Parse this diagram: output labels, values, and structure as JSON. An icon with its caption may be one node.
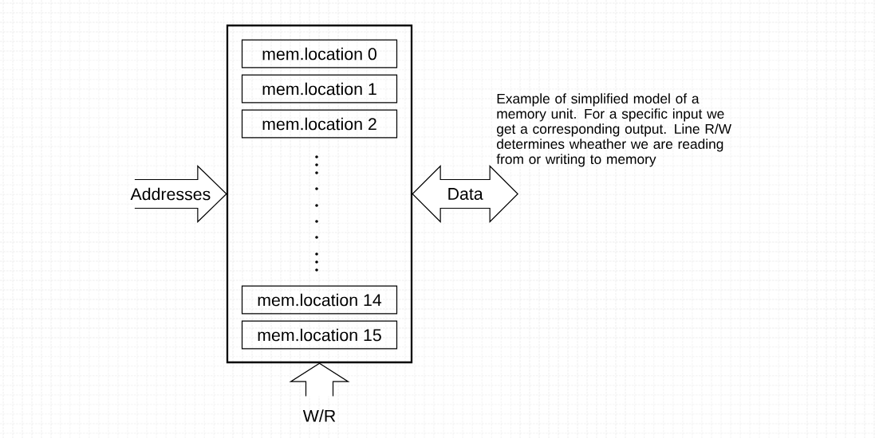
{
  "diagram": {
    "nodes": [
      {
        "text": [],
        "shape": "box"
      },
      {
        "text": [
          "mem.location 0"
        ],
        "in": 0
      },
      {
        "text": [
          "mem.location 1"
        ],
        "in": 0
      },
      {
        "text": [
          "mem.location 2"
        ],
        "in": 0
      },
      {
        "text": [
          "mem.location 14"
        ],
        "in": 0
      },
      {
        "text": [
          "mem.location 15"
        ],
        "in": 0
      },
      {
        "text": [
          "W/R"
        ]
      }
    ],
    "edges": [
      {
        "from": null,
        "to": 0,
        "arrow": "to",
        "label": "Addresses"
      },
      {
        "from": 0,
        "to": null,
        "arrow": "both",
        "label": "Data"
      },
      {
        "from": 6,
        "to": 0,
        "arrow": "to"
      }
    ],
    "labels": [
      "Example of simplified model of a memory unit. For a specific input we get a corresponding output. Line R/W determines wheather we are reading from or writing to memory"
    ]
  }
}
